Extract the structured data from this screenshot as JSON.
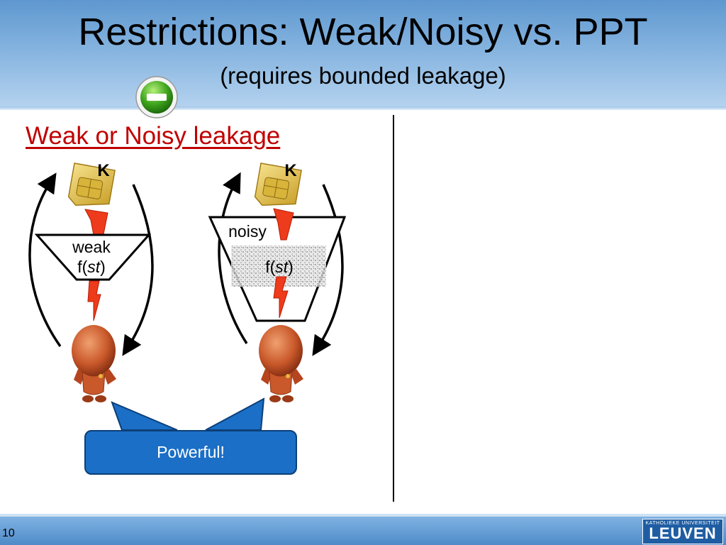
{
  "slide": {
    "title": "Restrictions: Weak/Noisy vs. PPT",
    "subtitle": "(requires bounded leakage)",
    "section_heading": "Weak or Noisy leakage",
    "page_number": "10"
  },
  "left_diagram": {
    "card_label": "K",
    "funnel_label_top": "weak",
    "funnel_label_fn": "f(",
    "funnel_label_var": "st",
    "funnel_label_end": ")"
  },
  "right_diagram": {
    "card_label": "K",
    "funnel_label_top": "noisy",
    "funnel_label_fn": "f(",
    "funnel_label_var": "st",
    "funnel_label_end": ")"
  },
  "callout": {
    "text": "Powerful!"
  },
  "logo": {
    "top_text": "KATHOLIEKE UNIVERSITEIT",
    "main_text": "LEUVEN"
  },
  "colors": {
    "heading_red": "#c00000",
    "bolt": "#ee3b1b",
    "callout_blue": "#1b6fc6",
    "card_gold": "#d9b530",
    "creature": "#c9582a"
  },
  "icons": [
    "minus-badge-icon",
    "sim-card-icon",
    "lightning-bolt-icon",
    "creature-icon",
    "curved-arrow-icon"
  ]
}
